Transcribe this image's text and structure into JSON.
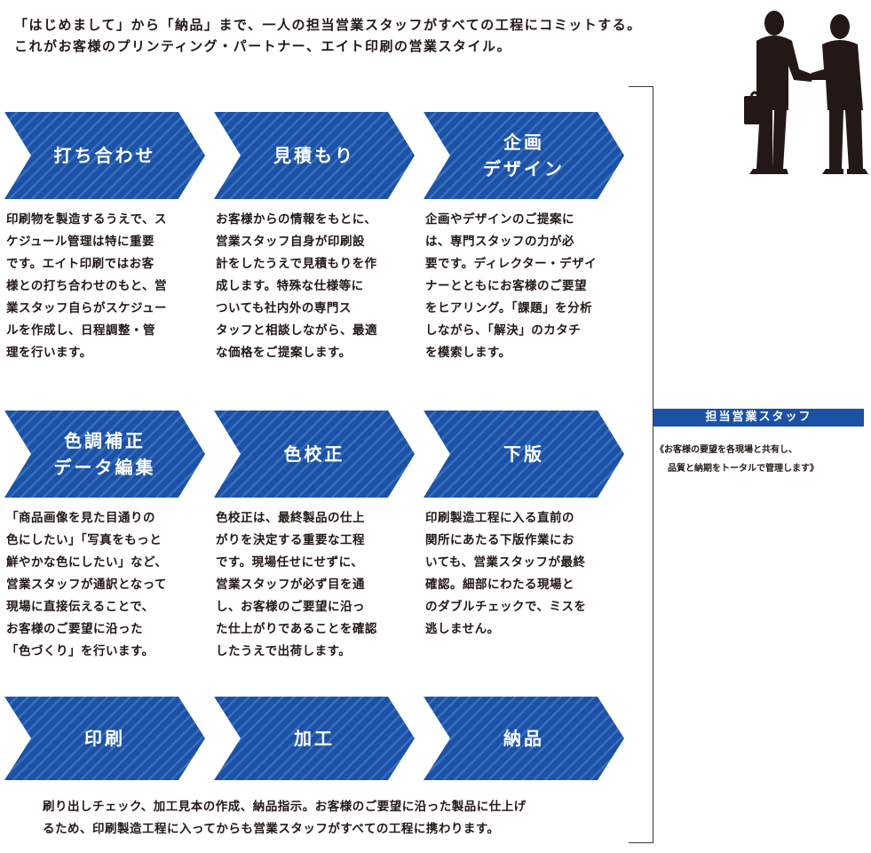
{
  "intro": {
    "line1": "「はじめまして」から「納品」まで、一人の担当営業スタッフがすべての工程にコミットする。",
    "line2": "これがお客様のプリンティング・パートナー、エイト印刷の営業スタイル。"
  },
  "icons": {
    "handshake": "handshake-silhouette-icon"
  },
  "colors": {
    "chevron_blue": "#1b52a6",
    "chevron_stripe": "#3a6fc0",
    "badge_blue": "#1b52a6"
  },
  "steps": [
    {
      "label": "打ち合わせ",
      "desc": [
        "印刷物を製造するうえで、ス",
        "ケジュール管理は特に重要",
        "です。エイト印刷ではお客",
        "様との打ち合わせのもと、営",
        "業スタッフ自らがスケジュー",
        "ルを作成し、日程調整・管",
        "理を行います。"
      ]
    },
    {
      "label": "見積もり",
      "desc": [
        "お客様からの情報をもとに、",
        "営業スタッフ自身が印刷設",
        "計をしたうえで見積もりを作",
        "成します。特殊な仕様等に",
        "ついても社内外の専門ス",
        "タッフと相談しながら、最適",
        "な価格をご提案します。"
      ]
    },
    {
      "label": "企画\nデザイン",
      "desc": [
        "企画やデザインのご提案に",
        "は、専門スタッフの力が必",
        "要です。ディレクター・デザイ",
        "ナーとともにお客様のご要望",
        "をヒアリング。「課題」を分析",
        "しながら、「解決」のカタチ",
        "を模索します。"
      ]
    },
    {
      "label": "色調補正\nデータ編集",
      "desc": [
        "「商品画像を見た目通りの",
        "色にしたい」「写真をもっと",
        "鮮やかな色にしたい」など、",
        "営業スタッフが通訳となって",
        "現場に直接伝えることで、",
        "お客様のご要望に沿った",
        "「色づくり」を行います。"
      ]
    },
    {
      "label": "色校正",
      "desc": [
        "色校正は、最終製品の仕上",
        "がりを決定する重要な工程",
        "です。現場任せにせずに、",
        "営業スタッフが必ず目を通",
        "し、お客様のご要望に沿っ",
        "た仕上がりであることを確認",
        "したうえで出荷します。"
      ]
    },
    {
      "label": "下版",
      "desc": [
        "印刷製造工程に入る直前の",
        "関所にあたる下版作業にお",
        "いても、営業スタッフが最終",
        "確認。細部にわたる現場と",
        "のダブルチェックで、ミスを",
        "逃しません。"
      ]
    },
    {
      "label": "印刷"
    },
    {
      "label": "加工"
    },
    {
      "label": "納品"
    }
  ],
  "bottom_desc": [
    "刷り出しチェック、加工見本の作成、納品指示。お客様のご要望に沿った製品に仕上げ",
    "るため、印刷製造工程に入ってからも営業スタッフがすべての工程に携わります。"
  ],
  "staff": {
    "badge": "担当営業スタッフ",
    "note_line1": "《お客様の要望を各現場と共有し、",
    "note_line2": "品質と納期をトータルで管理します》"
  }
}
